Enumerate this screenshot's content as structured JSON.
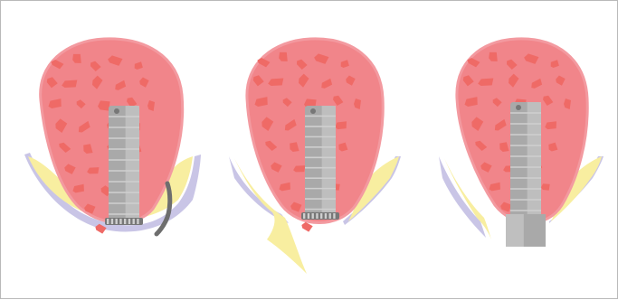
{
  "figure": {
    "panels": [
      {
        "id": "panel-1",
        "variant": "drain"
      },
      {
        "id": "panel-2",
        "variant": "flap"
      },
      {
        "id": "panel-3",
        "variant": "abutment"
      }
    ],
    "colors": {
      "frame": "#b9b9b9",
      "bone_fill": "#f1858a",
      "bone_edge": "#f39aa0",
      "pores": "#ef6a66",
      "soft_tissue": "#f8eea0",
      "membrane": "#c9c5e6",
      "implant_light": "#cfcfcf",
      "implant_mid": "#a9a9a9",
      "implant_dark": "#777777",
      "drain": "#6e6e6e"
    }
  }
}
